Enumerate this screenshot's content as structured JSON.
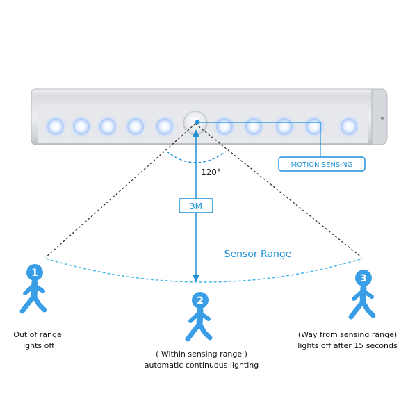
{
  "labels": {
    "angle": "120°",
    "distance": "3M",
    "motion_sensing": "MOTION SENSING",
    "sensor_range": "Sensor Range"
  },
  "figures": [
    {
      "number": "1",
      "line1": "Out of range",
      "line2": "lights off"
    },
    {
      "number": "2",
      "line1": "( Within sensing range )",
      "line2": "automatic continuous lighting"
    },
    {
      "number": "3",
      "line1": "(Way from sensing range)",
      "line2": "lights off after 15 seconds"
    }
  ],
  "colors": {
    "accent_blue": "#1e90d6",
    "figure_blue": "#3a9ee6",
    "dashed_arc": "#48b6e8",
    "bar_silver": "#e1e3e6",
    "led_glow": "#dbe9ff"
  }
}
